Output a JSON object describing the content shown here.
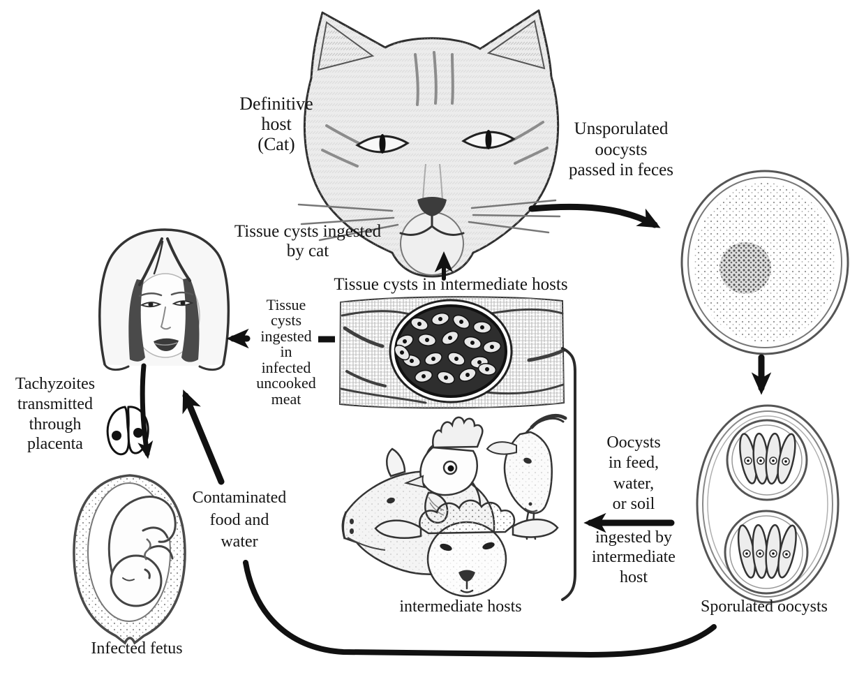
{
  "figure_title": "Toxoplasma gondii life cycle diagram",
  "colors": {
    "ink": "#1a1a1a",
    "background": "#ffffff"
  },
  "labels": {
    "definitive_host": "Definitive\nhost\n(Cat)",
    "unsporulated_oocysts": "Unsporulated\noocysts\npassed in feces",
    "tissue_cysts_ingested_by_cat": "Tissue cysts ingested\nby cat",
    "tissue_cysts_in_intermediate_hosts": "Tissue cysts in intermediate hosts",
    "tissue_cysts_ingested_in_meat": "Tissue\ncysts\ningested\nin\ninfected\nuncooked\nmeat",
    "tachyzoites_placenta": "Tachyzoites\ntransmitted\nthrough\nplacenta",
    "contaminated_food_water": "Contaminated\nfood and\nwater",
    "oocysts_in_feed": "Oocysts\nin feed,\nwater,\nor soil",
    "ingested_by_intermediate_host": "ingested by\nintermediate\nhost",
    "intermediate_hosts": "intermediate hosts",
    "sporulated_oocysts": "Sporulated oocysts",
    "infected_fetus": "Infected fetus"
  },
  "illustrations": [
    "cat-head",
    "human-woman-face",
    "tachyzoites-pair",
    "infected-fetus-in-uterus",
    "tissue-cyst-in-muscle",
    "pig-head",
    "rooster-head",
    "goat-head",
    "lamb-head",
    "unsporulated-oocyst",
    "sporulated-oocyst"
  ],
  "arrows": [
    {
      "from": "cat",
      "to": "unsporulated-oocyst"
    },
    {
      "from": "unsporulated-oocyst",
      "to": "sporulated-oocyst"
    },
    {
      "from": "sporulated-oocyst",
      "to": "intermediate-hosts"
    },
    {
      "from": "tissue-cysts",
      "to": "cat"
    },
    {
      "from": "tissue-cysts",
      "to": "human",
      "style": "dashed"
    },
    {
      "from": "human",
      "to": "infected-fetus"
    },
    {
      "from": "contaminated-food-water",
      "to": "human"
    },
    {
      "from": "sporulated-oocysts",
      "to": "contaminated-food-water"
    }
  ]
}
